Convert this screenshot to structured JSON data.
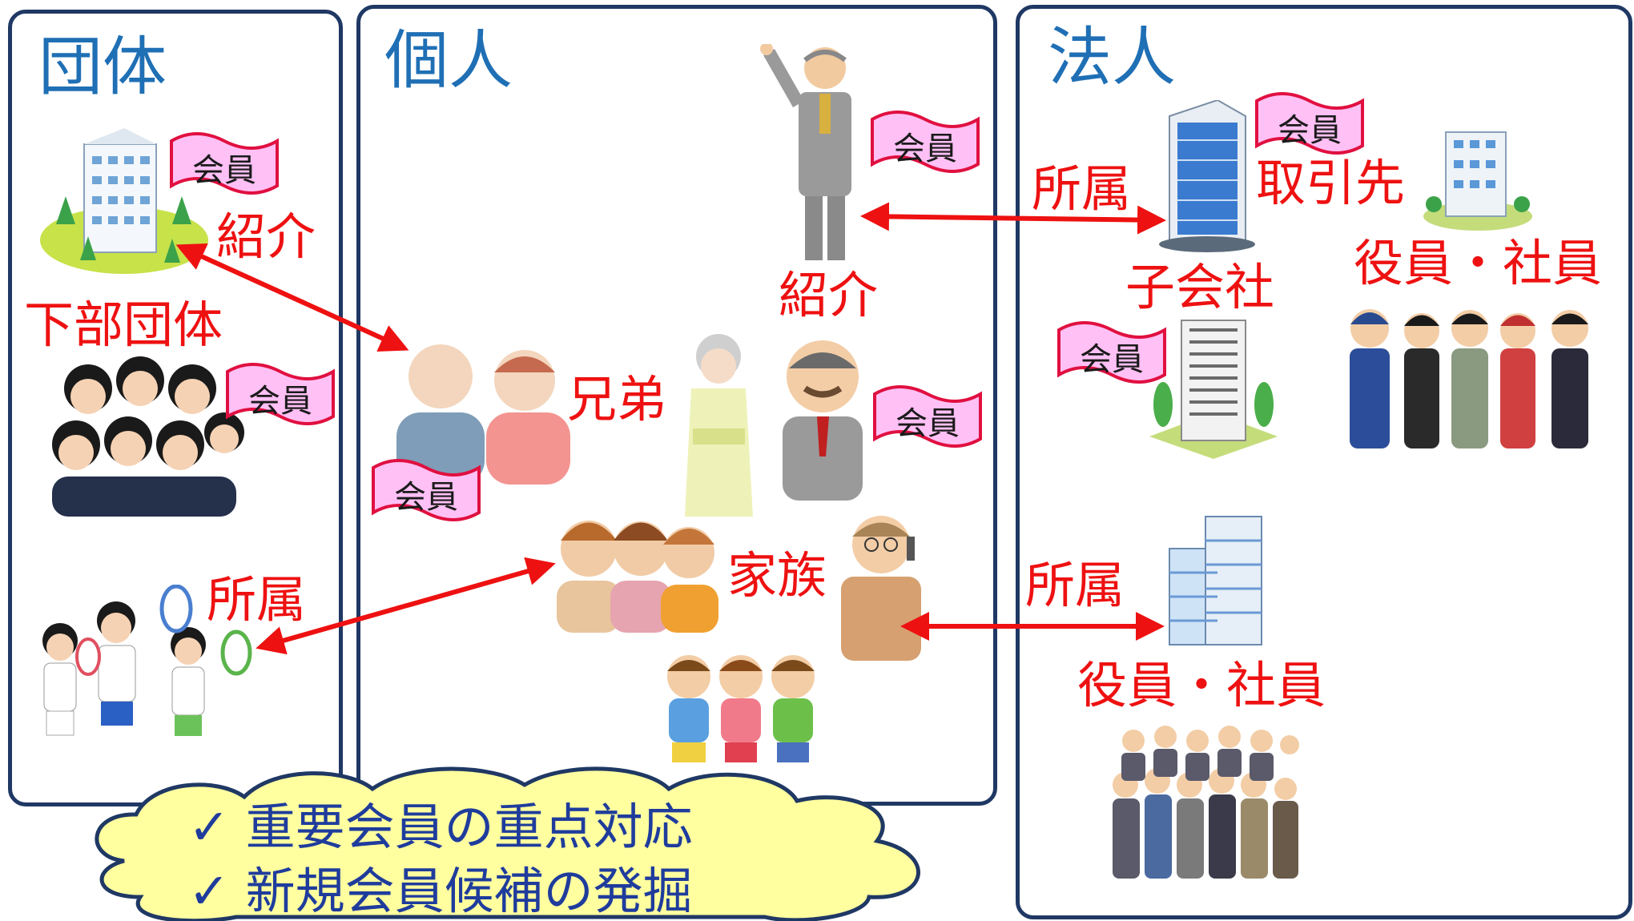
{
  "panels": {
    "group": {
      "title": "団体"
    },
    "individual": {
      "title": "個人"
    },
    "corporate": {
      "title": "法人"
    }
  },
  "labels": {
    "introduce_left": "紹介",
    "sub_group": "下部団体",
    "affiliation_left": "所属",
    "introduce_center": "紹介",
    "siblings": "兄弟",
    "family": "家族",
    "affiliation_top": "所属",
    "client": "取引先",
    "subsidiary": "子会社",
    "officers_top": "役員・社員",
    "affiliation_bottom": "所属",
    "officers_bottom": "役員・社員"
  },
  "member_flag": "会員",
  "cloud": {
    "line1": "✓ 重要会員の重点対応",
    "line2": "✓ 新規会員候補の発掘"
  },
  "colors": {
    "panel_border": "#1f3864",
    "title": "#1f6fb5",
    "relation": "#ee1111",
    "flag_fill": "#ffc0f5",
    "flag_border": "#e01040",
    "cloud_fill": "#ffffa0",
    "cloud_text": "#1f3c9c"
  }
}
